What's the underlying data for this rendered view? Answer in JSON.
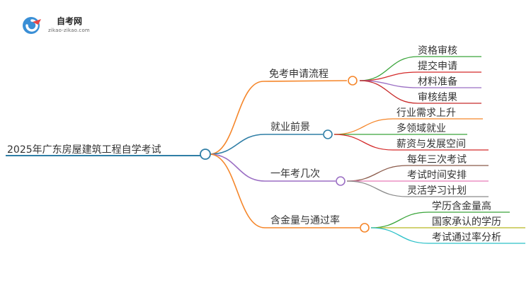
{
  "logo": {
    "name": "自考网",
    "url": "zikao-zikao.com"
  },
  "root": {
    "label": "2025年广东房屋建筑工程自学考试",
    "color": "#2f7ea6"
  },
  "branches": [
    {
      "label": "免考申请流程",
      "color": "#f5862a",
      "children": [
        {
          "label": "资格审核",
          "color": "#3aa53a"
        },
        {
          "label": "提交申请",
          "color": "#d42a2a"
        },
        {
          "label": "材料准备",
          "color": "#9b6fc4"
        },
        {
          "label": "审核结果",
          "color": "#c82a2a"
        }
      ]
    },
    {
      "label": "就业前景",
      "color": "#2f7ea6",
      "children": [
        {
          "label": "行业需求上升",
          "color": "#f5862a"
        },
        {
          "label": "多领域就业",
          "color": "#3aa53a"
        },
        {
          "label": "薪资与发展空间",
          "color": "#d42a2a"
        }
      ]
    },
    {
      "label": "一年考几次",
      "color": "#9b6fc4",
      "children": [
        {
          "label": "每年三次考试",
          "color": "#8b5a4a"
        },
        {
          "label": "考试时间安排",
          "color": "#e87ab8"
        },
        {
          "label": "灵活学习计划",
          "color": "#8a8a8a"
        }
      ]
    },
    {
      "label": "含金量与通过率",
      "color": "#f5862a",
      "children": [
        {
          "label": "学历含金量高",
          "color": "#3aa53a"
        },
        {
          "label": "国家承认的学历",
          "color": "#b8b820"
        },
        {
          "label": "考试通过率分析",
          "color": "#2ac0c8"
        }
      ]
    }
  ]
}
